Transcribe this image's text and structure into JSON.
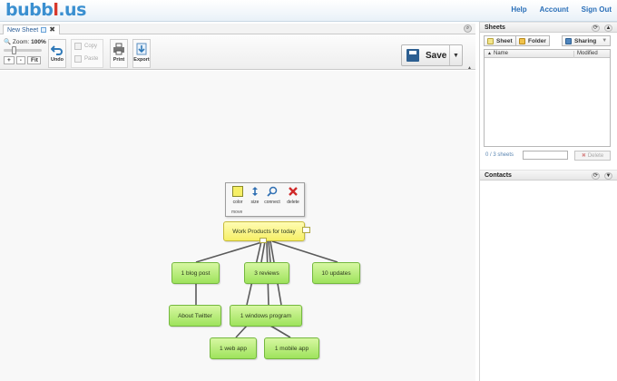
{
  "brand": {
    "part1": "bubb",
    "part2": "l",
    "part3": ".us"
  },
  "nav": [
    "Help",
    "Account",
    "Sign Out"
  ],
  "tab": {
    "label": "New Sheet"
  },
  "toolbar": {
    "zoom_label": "Zoom:",
    "zoom_value": "100%",
    "zoom_plus": "+",
    "zoom_minus": "-",
    "fit": "Fit",
    "undo": "Undo",
    "copy": "Copy",
    "paste": "Paste",
    "print": "Print",
    "export": "Export",
    "save": "Save"
  },
  "popup": {
    "color": "color",
    "size": "size",
    "connect": "connect",
    "delete": "delete",
    "move": "move"
  },
  "nodes": {
    "root": "Work Products for today",
    "blog": "1 blog post",
    "reviews": "3 reviews",
    "updates": "10 updates",
    "about": "About Twitter",
    "windows": "1 windows program",
    "webapp": "1 web app",
    "mobile": "1 mobile app"
  },
  "sheets_panel": {
    "title": "Sheets",
    "sheet_btn": "Sheet",
    "folder_btn": "Folder",
    "sharing_btn": "Sharing",
    "col_name": "Name",
    "col_modified": "Modified",
    "count": "0 / 3 sheets",
    "delete": "Delete"
  },
  "contacts_panel": {
    "title": "Contacts"
  },
  "colors": {
    "brand_blue": "#3a8fd0",
    "brand_red": "#d7382b",
    "node_green": "#9ee35c",
    "root_yellow": "#f6ef66"
  }
}
